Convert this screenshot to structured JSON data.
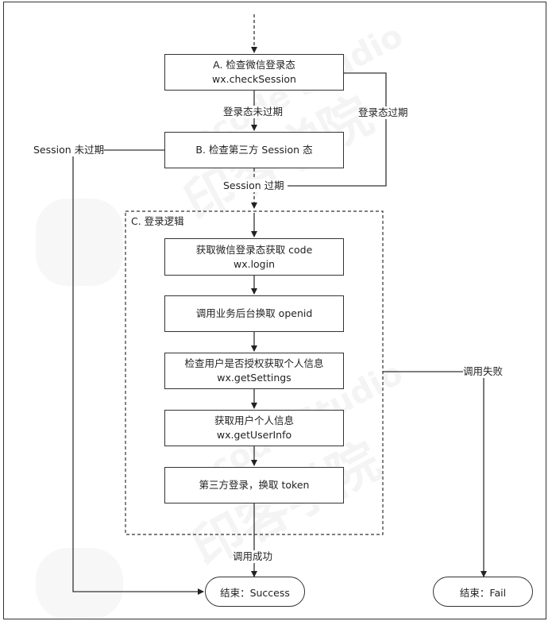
{
  "nodes": {
    "a": {
      "line1": "A. 检查微信登录态",
      "line2": "wx.checkSession"
    },
    "b": {
      "line1": "B. 检查第三方 Session 态"
    },
    "c_title": "C. 登录逻辑",
    "c1": {
      "line1": "获取微信登录态获取 code",
      "line2": "wx.login"
    },
    "c2": {
      "line1": "调用业务后台换取 openid"
    },
    "c3": {
      "line1": "检查用户是否授权获取个人信息",
      "line2": "wx.getSettings"
    },
    "c4": {
      "line1": "获取用户个人信息",
      "line2": "wx.getUserInfo"
    },
    "c5": {
      "line1": "第三方登录，换取 token"
    },
    "success": "结束：Success",
    "fail": "结束：Fail"
  },
  "edges": {
    "session_valid": "登录态未过期",
    "session_expired": "登录态过期",
    "third_not_expired": "Session 未过期",
    "third_expired": "Session 过期",
    "call_fail": "调用失败",
    "call_success": "调用成功"
  },
  "watermark": {
    "brand": "Encode Studio",
    "cn": "印客学院"
  }
}
